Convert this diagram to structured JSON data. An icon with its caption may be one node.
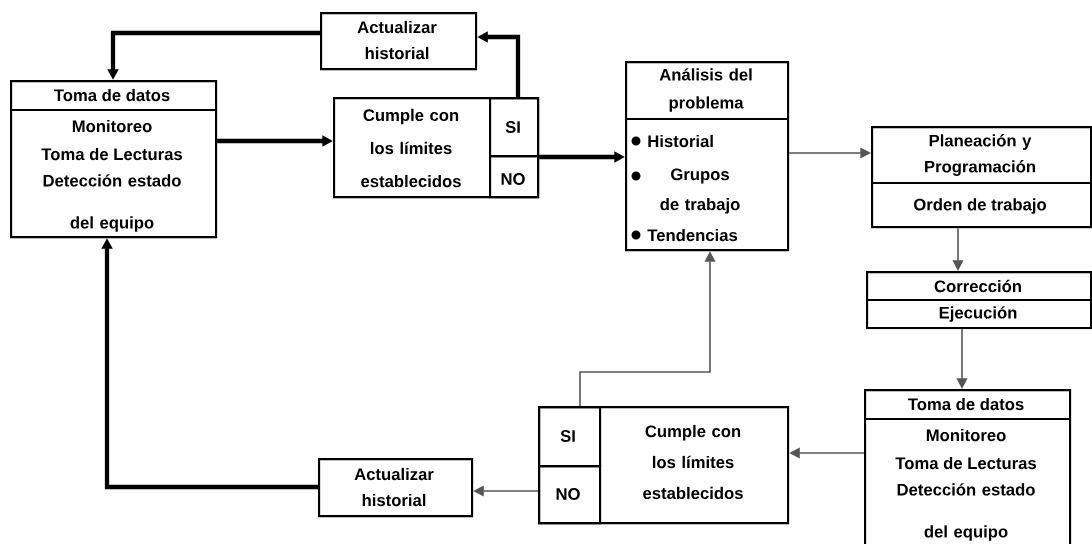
{
  "diagram": {
    "nodes": [
      {
        "text": [
          "Toma de datos",
          "Monitoreo",
          "Toma de Lecturas",
          "Detección estado del equipo"
        ]
      },
      {
        "text": [
          "Actualizar historial"
        ]
      },
      {
        "text": [
          "Cumple con los límites establecidos"
        ]
      },
      {
        "text": [
          "SI"
        ],
        "in": 2
      },
      {
        "text": [
          "NO"
        ],
        "in": 2
      },
      {
        "text": [
          "Análisis del problema",
          "Historial",
          "Grupos de trabajo",
          "Tendencias"
        ]
      },
      {
        "text": [
          "Planeación y Programación",
          "Orden de trabajo"
        ]
      },
      {
        "text": [
          "Corrección",
          "Ejecución"
        ]
      },
      {
        "text": [
          "Toma de datos",
          "Monitoreo",
          "Toma de Lecturas",
          "Detección estado del equipo"
        ]
      },
      {
        "text": [
          "Cumple con los límites establecidos"
        ]
      },
      {
        "text": [
          "SI"
        ],
        "in": 9
      },
      {
        "text": [
          "NO"
        ],
        "in": 9
      },
      {
        "text": [
          "Actualizar historial"
        ]
      }
    ],
    "edges": [
      {
        "from": 0,
        "to": 2,
        "arrow": "to",
        "style": "thick",
        "color": "#000000"
      },
      {
        "from": 3,
        "to": 1,
        "arrow": "to",
        "style": "thick",
        "color": "#000000"
      },
      {
        "from": 1,
        "to": 0,
        "arrow": "to",
        "style": "thick",
        "color": "#000000"
      },
      {
        "from": 4,
        "to": 5,
        "arrow": "to",
        "style": "thick",
        "color": "#000000"
      },
      {
        "from": 5,
        "to": 6,
        "arrow": "to"
      },
      {
        "from": 6,
        "to": 7,
        "arrow": "to"
      },
      {
        "from": 7,
        "to": 8,
        "arrow": "to"
      },
      {
        "from": 8,
        "to": 9,
        "arrow": "to"
      },
      {
        "from": 11,
        "to": 12,
        "arrow": "to"
      },
      {
        "from": 10,
        "to": 5,
        "arrow": "to"
      },
      {
        "from": 12,
        "to": 0,
        "arrow": "to",
        "style": "thick",
        "color": "#000000"
      }
    ]
  }
}
